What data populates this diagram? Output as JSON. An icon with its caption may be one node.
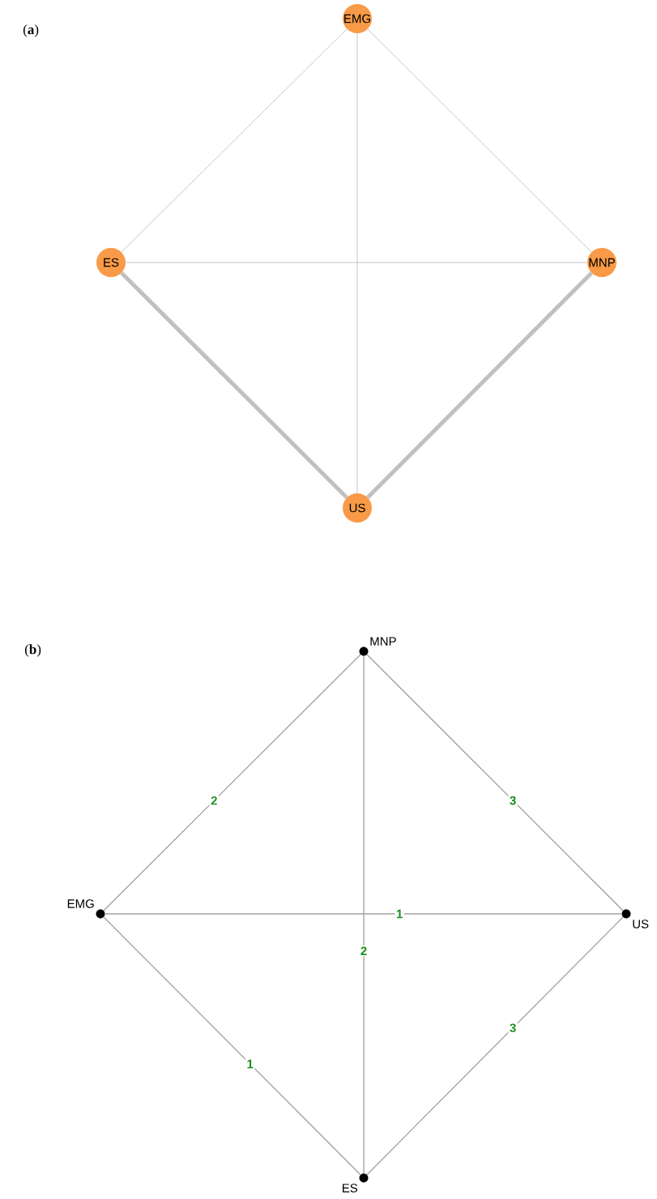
{
  "diagram": {
    "nodes": [
      {
        "text": [
          "EMG"
        ]
      },
      {
        "text": [
          "ES"
        ]
      },
      {
        "text": [
          "MNP"
        ]
      },
      {
        "text": [
          "US"
        ]
      },
      {
        "text": [
          "MNP"
        ]
      },
      {
        "text": [
          "EMG"
        ]
      },
      {
        "text": [
          "US"
        ]
      },
      {
        "text": [
          "ES"
        ]
      }
    ],
    "edges": [
      {
        "from": 0,
        "to": 1,
        "arrow": "none"
      },
      {
        "from": 0,
        "to": 2,
        "arrow": "none"
      },
      {
        "from": 0,
        "to": 3,
        "arrow": "none"
      },
      {
        "from": 1,
        "to": 2,
        "arrow": "none"
      },
      {
        "from": 1,
        "to": 3,
        "arrow": "none",
        "style": "thick"
      },
      {
        "from": 2,
        "to": 3,
        "arrow": "none",
        "style": "thick"
      },
      {
        "from": 4,
        "to": 5,
        "arrow": "none",
        "label": "2"
      },
      {
        "from": 4,
        "to": 6,
        "arrow": "none",
        "label": "3"
      },
      {
        "from": 4,
        "to": 7,
        "arrow": "none",
        "label": "2"
      },
      {
        "from": 5,
        "to": 6,
        "arrow": "none",
        "label": "1"
      },
      {
        "from": 5,
        "to": 7,
        "arrow": "none",
        "label": "1"
      },
      {
        "from": 7,
        "to": 6,
        "arrow": "none",
        "label": "3"
      }
    ],
    "labels": [
      "(**a**)",
      "(**b**)"
    ]
  }
}
